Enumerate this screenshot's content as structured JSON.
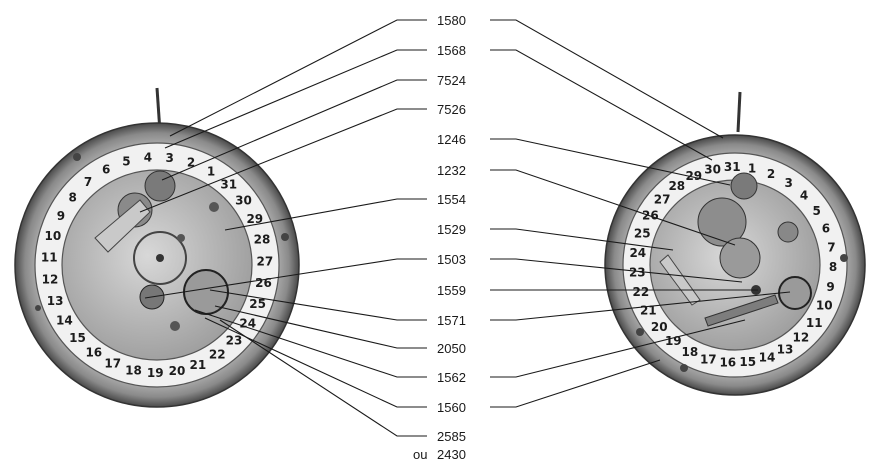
{
  "labels": [
    {
      "text": "1580"
    },
    {
      "text": "1568"
    },
    {
      "text": "7524"
    },
    {
      "text": "7526"
    },
    {
      "text": "1246"
    },
    {
      "text": "1232"
    },
    {
      "text": "1554"
    },
    {
      "text": "1529"
    },
    {
      "text": "1503"
    },
    {
      "text": "1559"
    },
    {
      "text": "1571"
    },
    {
      "text": "2050"
    },
    {
      "text": "1562"
    },
    {
      "text": "1560"
    },
    {
      "text": "2585"
    }
  ],
  "alt_prefix": "ou",
  "alt_label": "2430",
  "dial_left_numbers": [
    "1",
    "2",
    "3",
    "4",
    "5",
    "6",
    "7",
    "8",
    "9",
    "10",
    "11",
    "12",
    "13",
    "14",
    "15",
    "16",
    "17",
    "18",
    "19",
    "20",
    "21",
    "22",
    "23",
    "24",
    "25",
    "26",
    "27",
    "28",
    "29",
    "30",
    "31"
  ],
  "dial_right_numbers": [
    "1",
    "2",
    "3",
    "4",
    "5",
    "6",
    "7",
    "8",
    "9",
    "10",
    "11",
    "12",
    "13",
    "14",
    "15",
    "16",
    "17",
    "18",
    "19",
    "20",
    "21",
    "22",
    "23",
    "24",
    "25",
    "26",
    "27",
    "28",
    "29",
    "30",
    "31"
  ]
}
